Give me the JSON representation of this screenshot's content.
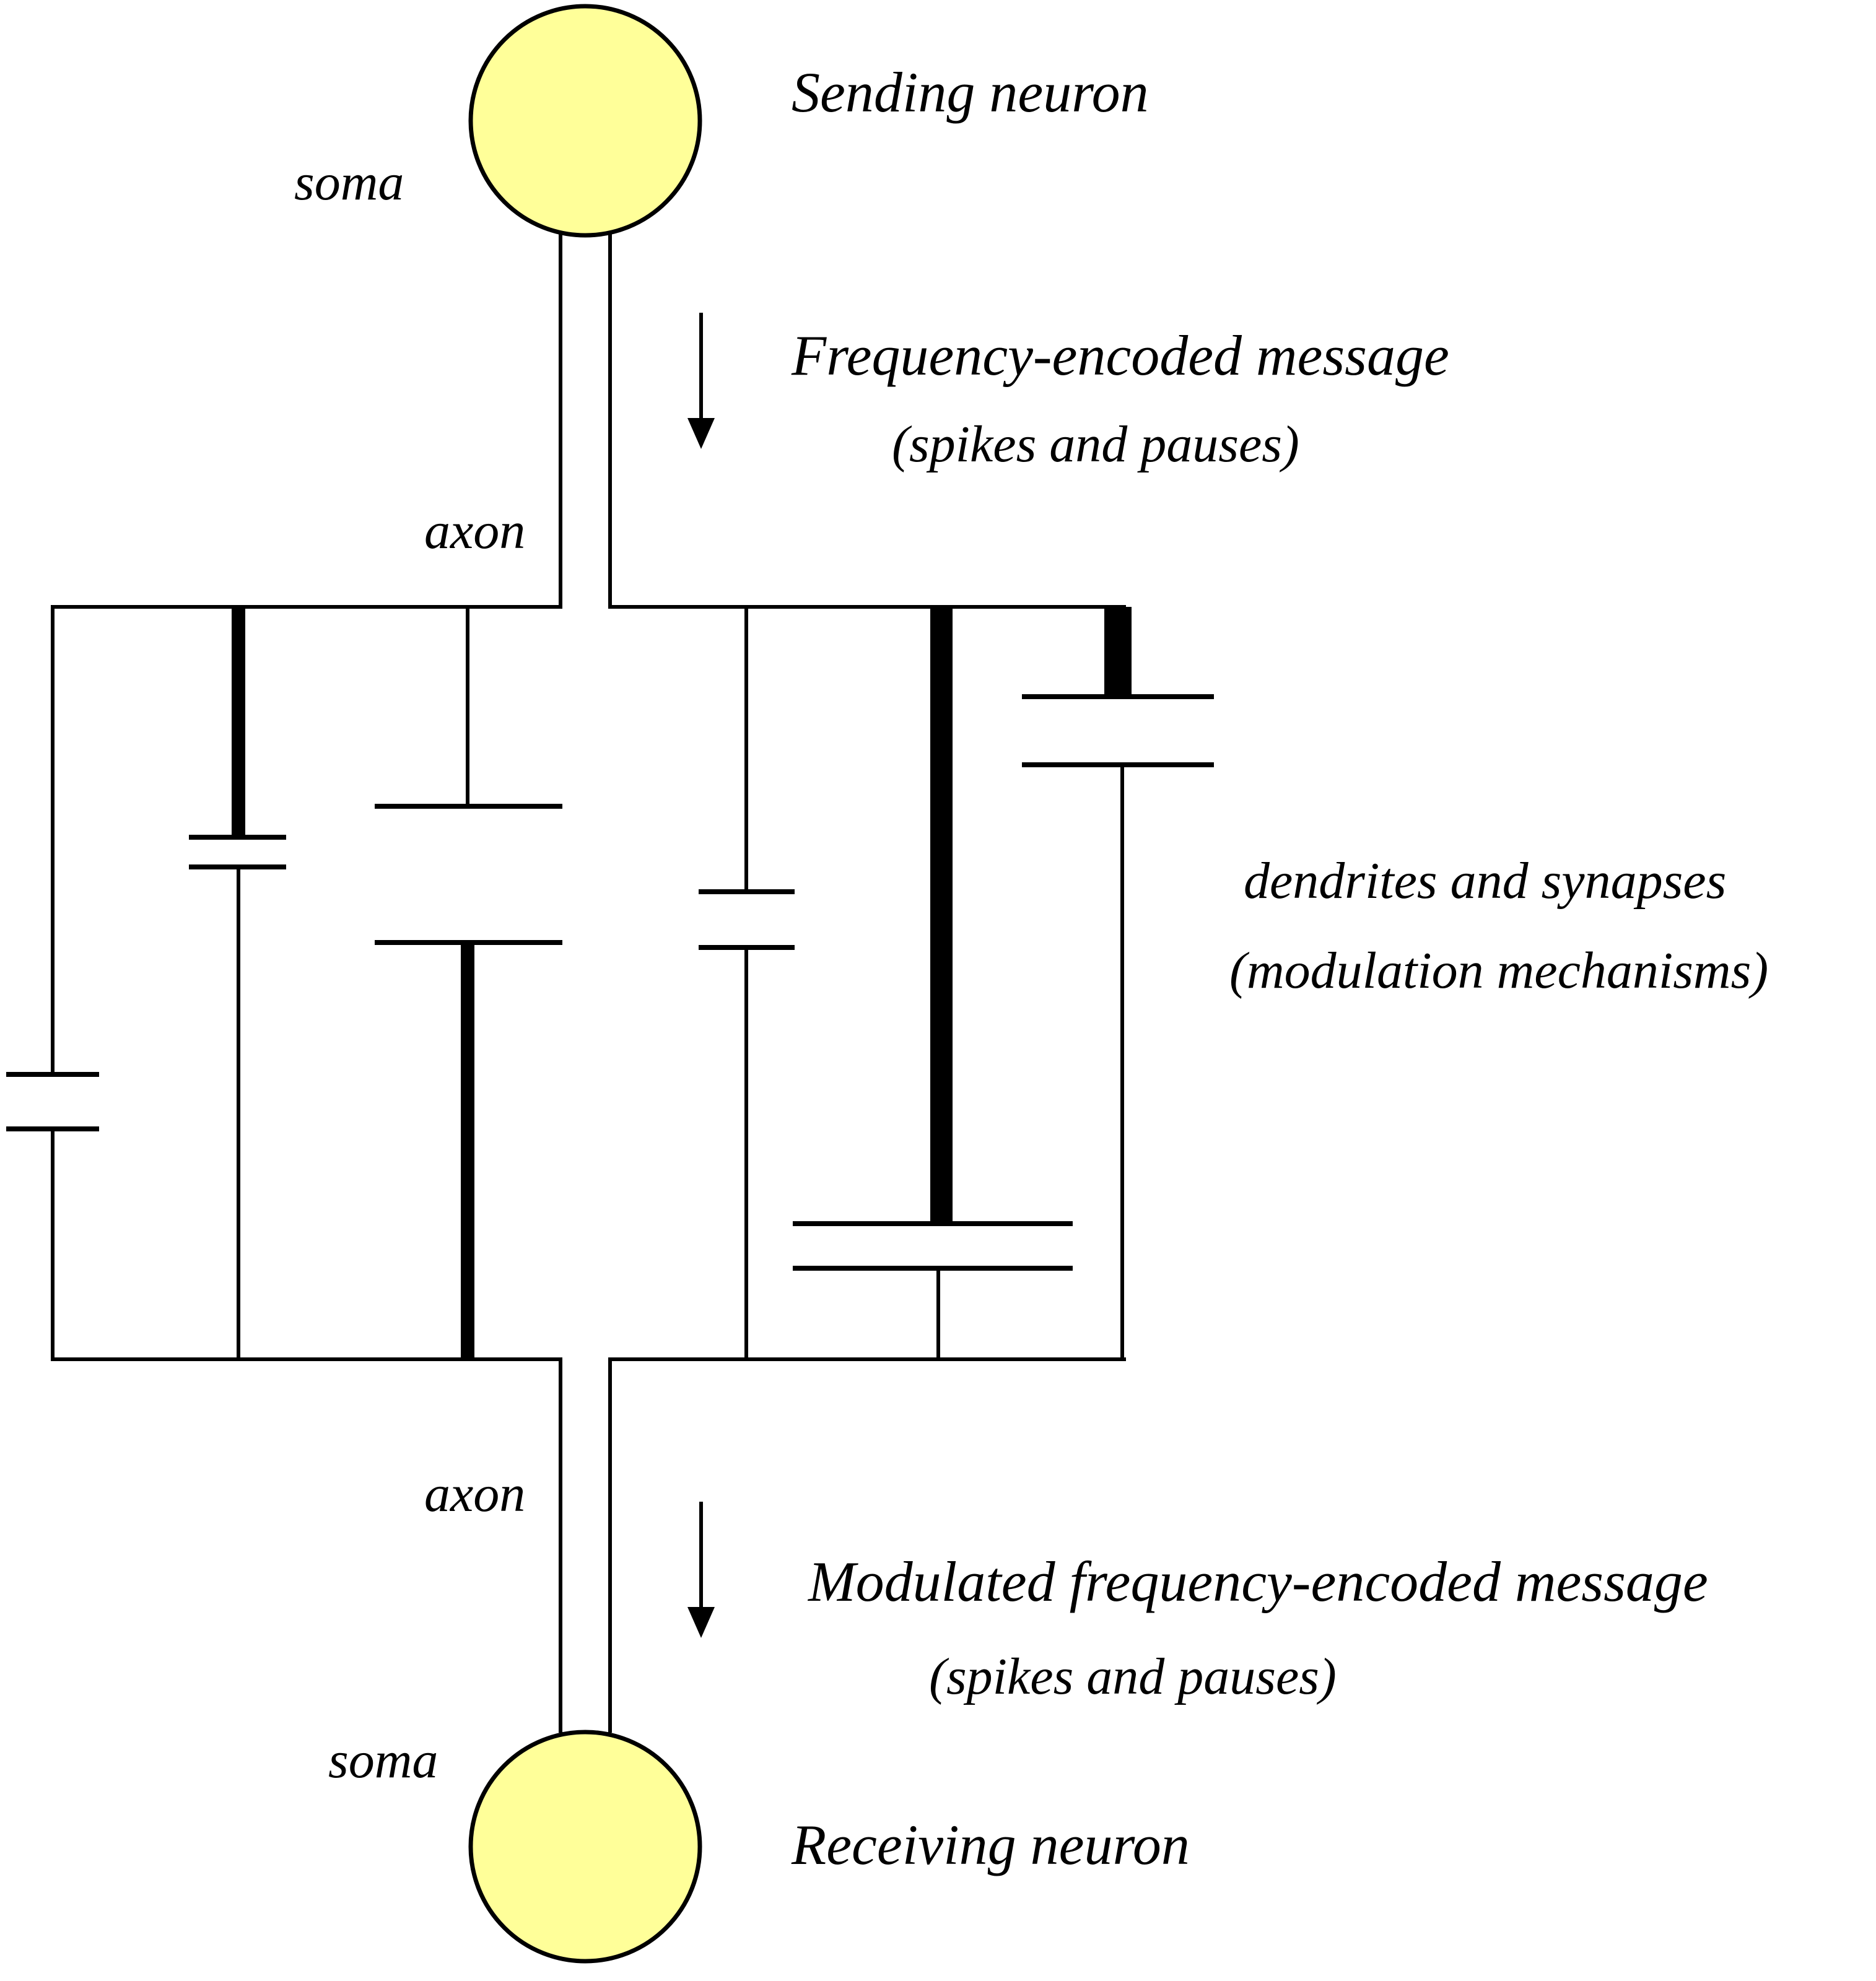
{
  "title": "",
  "labels": {
    "sending_neuron": "Sending neuron",
    "soma_top": "soma",
    "frequency_message": "Frequency-encoded message",
    "spikes_pauses_top": "(spikes and pauses)",
    "axon_top": "axon",
    "dendrites_synapses": "dendrites and synapses",
    "modulation_mechanisms": "(modulation mechanisms)",
    "axon_bottom": "axon",
    "modulated_message": "Modulated frequency-encoded message",
    "spikes_pauses_bottom": "(spikes and pauses)",
    "soma_bottom": "soma",
    "receiving_neuron": "Receiving neuron"
  },
  "colors": {
    "soma_fill": "#ffff99",
    "line": "#000000",
    "background": "#ffffff"
  }
}
